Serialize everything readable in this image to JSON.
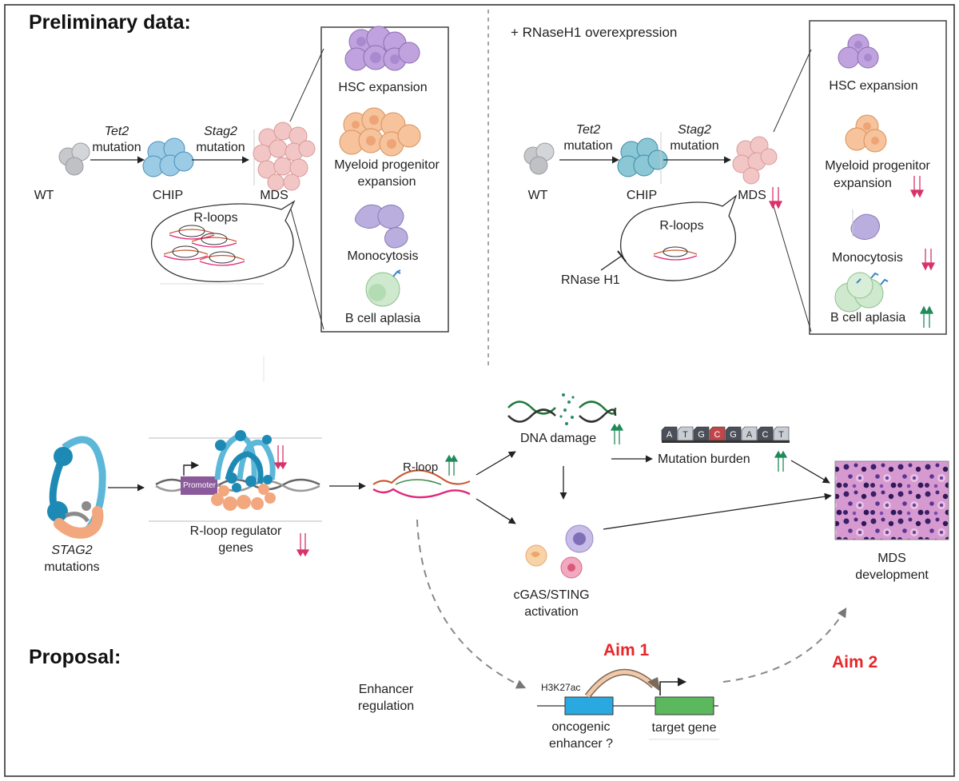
{
  "sections": {
    "preliminary": "Preliminary data:",
    "rnase_header": "+   RNaseH1 overexpression",
    "proposal": "Proposal:"
  },
  "left_panel": {
    "wt": "WT",
    "tet2": "Tet2",
    "mutation1": "mutation",
    "chip": "CHIP",
    "stag2": "Stag2",
    "mutation2": "mutation",
    "mds": "MDS",
    "rloops": "R-loops",
    "phenotypes": {
      "hsc": "HSC expansion",
      "myeloid_1": "Myeloid progenitor",
      "myeloid_2": "expansion",
      "monocytosis": "Monocytosis",
      "bcell": "B cell aplasia"
    }
  },
  "right_panel": {
    "wt": "WT",
    "tet2": "Tet2",
    "mutation1": "mutation",
    "chip": "CHIP",
    "stag2": "Stag2",
    "mutation2": "mutation",
    "mds": "MDS",
    "rloops": "R-loops",
    "rnase_h1": "RNase H1",
    "phenotypes": {
      "hsc": "HSC expansion",
      "myeloid_1": "Myeloid progenitor",
      "myeloid_2": "expansion",
      "monocytosis": "Monocytosis",
      "bcell": "B cell aplasia"
    }
  },
  "pathway": {
    "stag2_1": "STAG2",
    "stag2_2": "mutations",
    "promoter": "Promoter",
    "regulator_1": "R-loop regulator",
    "regulator_2": "genes",
    "rloop": "R-loop",
    "dna_damage": "DNA damage",
    "mutation_burden": "Mutation burden",
    "cgas_1": "cGAS/STING",
    "cgas_2": "activation",
    "mds_1": "MDS",
    "mds_2": "development",
    "bases": [
      "A",
      "T",
      "G",
      "C",
      "G",
      "A",
      "C",
      "T"
    ]
  },
  "proposal": {
    "aim1": "Aim 1",
    "aim2": "Aim 2",
    "enhancer_reg_1": "Enhancer",
    "enhancer_reg_2": "regulation",
    "h3k27ac": "H3K27ac",
    "oncogenic_1": "oncogenic",
    "oncogenic_2": "enhancer ?",
    "target_gene": "target gene"
  },
  "colors": {
    "up_arrow": "#1f8a5a",
    "down_arrow": "#d8336a",
    "aim_red": "#e8262a",
    "enhancer_blue": "#29a9e0",
    "target_green": "#5cb85c",
    "promoter_purple": "#8a5a9a",
    "hsc_purple": "#b79ad6",
    "myeloid_orange": "#f4b88c",
    "chip_blue": "#7ab7d8",
    "mds_pink": "#f2b8b8",
    "cohesin_blue": "#1d9ac0"
  },
  "icons": [
    "up-arrows-icon",
    "down-arrows-icon",
    "dna-icon",
    "cell-cluster-icon",
    "tissue-image-icon"
  ]
}
